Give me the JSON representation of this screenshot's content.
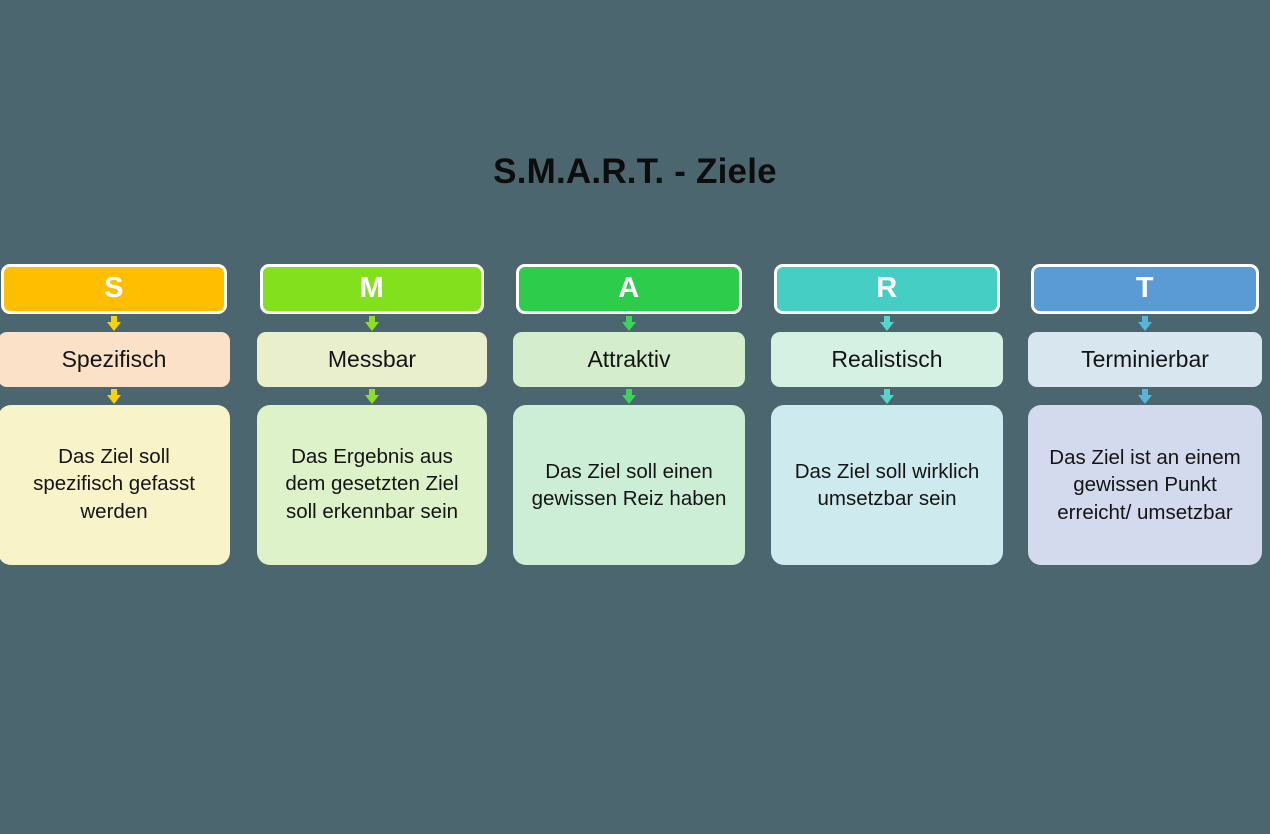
{
  "page": {
    "background_color": "#4c6670",
    "title": "S.M.A.R.T. - Ziele",
    "title_color": "#0d0d0d"
  },
  "chart_data": {
    "type": "diagram",
    "title": "S.M.A.R.T. - Ziele",
    "layout": "five-column flow, each column: letter header -> arrow -> keyword -> arrow -> description",
    "columns": [
      {
        "letter": "S",
        "keyword": "Spezifisch",
        "description": "Das Ziel soll\nspezifisch gefasst\nwerden",
        "accent_color": "#ffbe00",
        "keyword_color": "#fbe1c8",
        "description_color": "#f8f3c8",
        "arrow_color": "#f5d400",
        "description_align": "top"
      },
      {
        "letter": "M",
        "keyword": "Messbar",
        "description": "Das Ergebnis aus\ndem gesetzten Ziel\nsoll erkennbar sein",
        "accent_color": "#82e01c",
        "keyword_color": "#e9efcd",
        "description_color": "#ddf2c8",
        "arrow_color": "#8ce021",
        "description_align": "top"
      },
      {
        "letter": "A",
        "keyword": "Attraktiv",
        "description": "Das Ziel soll einen\ngewissen Reiz haben",
        "accent_color": "#2ecc4b",
        "keyword_color": "#d4eecd",
        "description_color": "#cdeed6",
        "arrow_color": "#3ad45a",
        "description_align": "center"
      },
      {
        "letter": "R",
        "keyword": "Realistisch",
        "description": "Das Ziel soll wirklich\numsetzbar sein",
        "accent_color": "#45cec4",
        "keyword_color": "#d5f1e4",
        "description_color": "#cdeaef",
        "arrow_color": "#55d6cb",
        "description_align": "center"
      },
      {
        "letter": "T",
        "keyword": "Terminierbar",
        "description": "Das Ziel ist an einem\ngewissen Punkt\nerreicht/ umsetzbar",
        "accent_color": "#5b9bd5",
        "keyword_color": "#d7e6ef",
        "description_color": "#d3daed",
        "arrow_color": "#57b4da",
        "description_align": "center"
      }
    ]
  }
}
